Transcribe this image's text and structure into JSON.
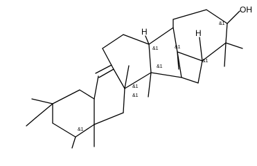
{
  "molecule": {
    "hydroxyl_label": "OH",
    "hydrogen_label": "H",
    "stereo_label": "&1"
  }
}
